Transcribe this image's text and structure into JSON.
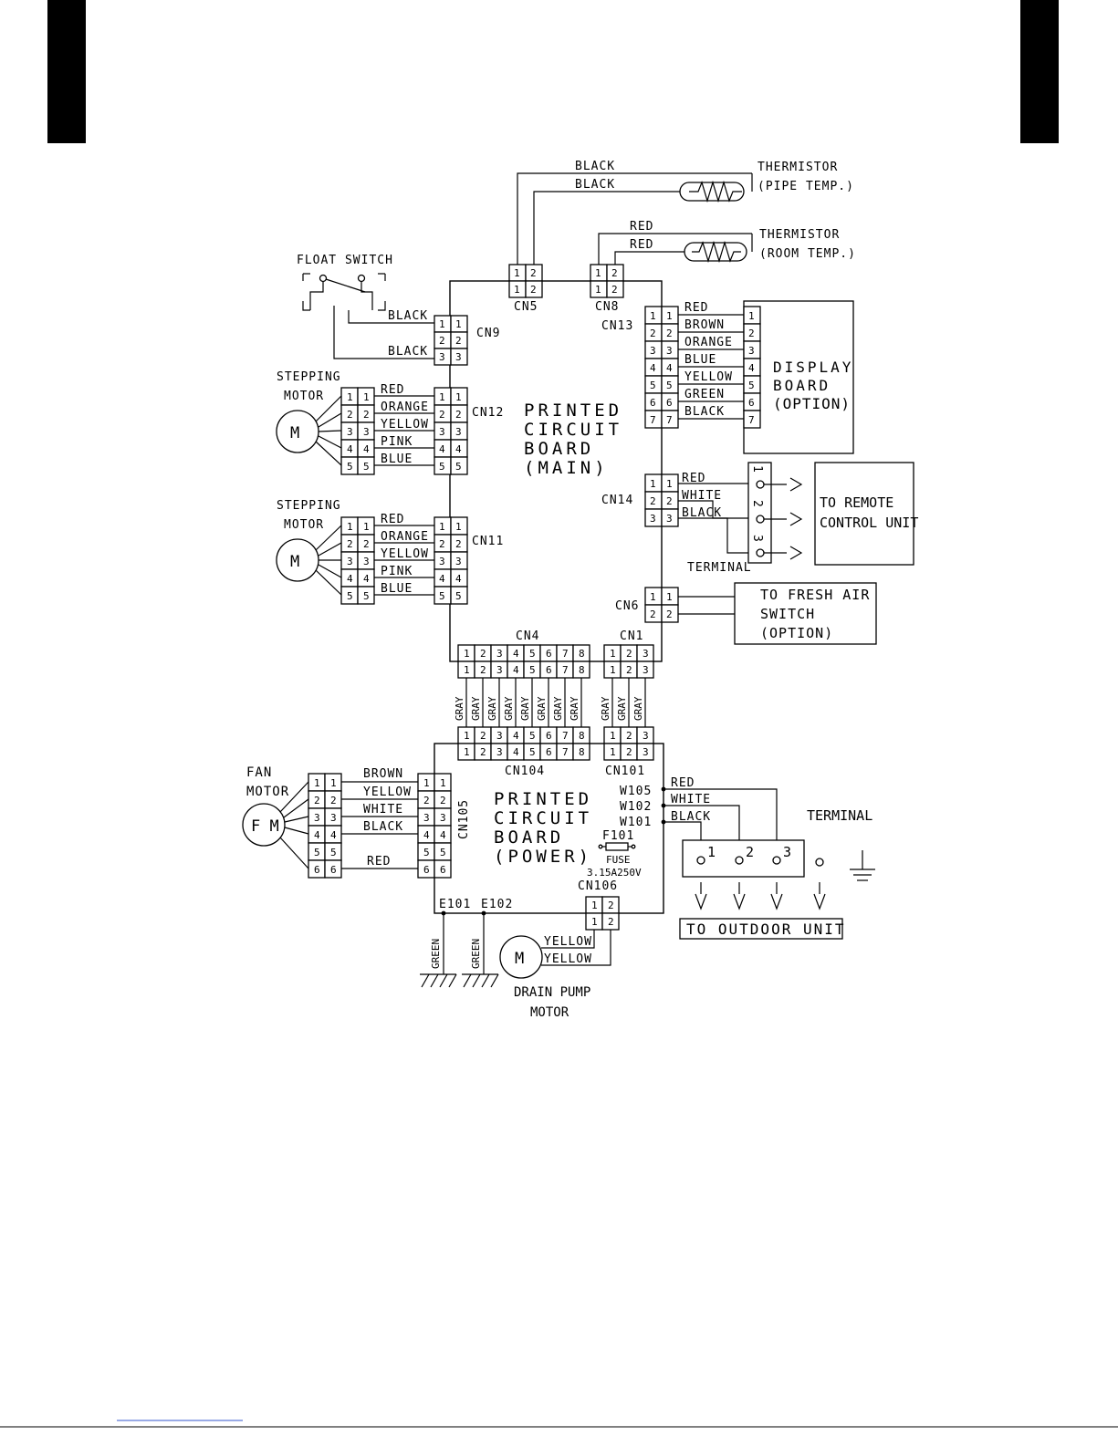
{
  "labels": {
    "thermistor": "THERMISTOR",
    "pipe_temp": "(PIPE TEMP.)",
    "room_temp": "(ROOM TEMP.)",
    "float_switch": "FLOAT SWITCH",
    "stepping": "STEPPING",
    "motor": "MOTOR",
    "m": "M",
    "fan": "FAN",
    "fm": "F M",
    "pcb_main": [
      "PRINTED",
      "CIRCUIT",
      "BOARD",
      "(MAIN)"
    ],
    "pcb_power": [
      "PRINTED",
      "CIRCUIT",
      "BOARD",
      "(POWER)"
    ],
    "display_board": [
      "DISPLAY",
      "BOARD",
      "(OPTION)"
    ],
    "remote": [
      "TO REMOTE",
      "CONTROL UNIT"
    ],
    "fresh_air": [
      "TO FRESH AIR",
      "SWITCH",
      "(OPTION)"
    ],
    "terminal": "TERMINAL",
    "to_outdoor": "TO OUTDOOR UNIT",
    "drain_pump": [
      "DRAIN PUMP",
      "MOTOR"
    ],
    "fuse": [
      "F101",
      "FUSE",
      "3.15A250V"
    ]
  },
  "connectors": {
    "cn5": "CN5",
    "cn8": "CN8",
    "cn9": "CN9",
    "cn12": "CN12",
    "cn11": "CN11",
    "cn13": "CN13",
    "cn14": "CN14",
    "cn6": "CN6",
    "cn4": "CN4",
    "cn1": "CN1",
    "cn104": "CN104",
    "cn101": "CN101",
    "cn105": "CN105",
    "cn106": "CN106",
    "w105": "W105",
    "w102": "W102",
    "w101": "W101",
    "e101": "E101",
    "e102": "E102"
  },
  "wires": {
    "thermistor_pipe": [
      "BLACK",
      "BLACK"
    ],
    "thermistor_room": [
      "RED",
      "RED"
    ],
    "float": [
      "BLACK",
      "BLACK"
    ],
    "stepping": [
      "RED",
      "ORANGE",
      "YELLOW",
      "PINK",
      "BLUE"
    ],
    "display": [
      "RED",
      "BROWN",
      "ORANGE",
      "BLUE",
      "YELLOW",
      "GREEN",
      "BLACK"
    ],
    "remote": [
      "RED",
      "WHITE",
      "BLACK"
    ],
    "gray": "GRAY",
    "fan": [
      "BROWN",
      "YELLOW",
      "WHITE",
      "BLACK",
      "RED"
    ],
    "power": [
      "RED",
      "WHITE",
      "BLACK"
    ],
    "ground": "GREEN",
    "drain": [
      "YELLOW",
      "YELLOW"
    ]
  },
  "pins": {
    "p1": "1",
    "p2": "2",
    "p3": "3",
    "p4": "4",
    "p5": "5",
    "p6": "6",
    "p7": "7",
    "p8": "8"
  }
}
